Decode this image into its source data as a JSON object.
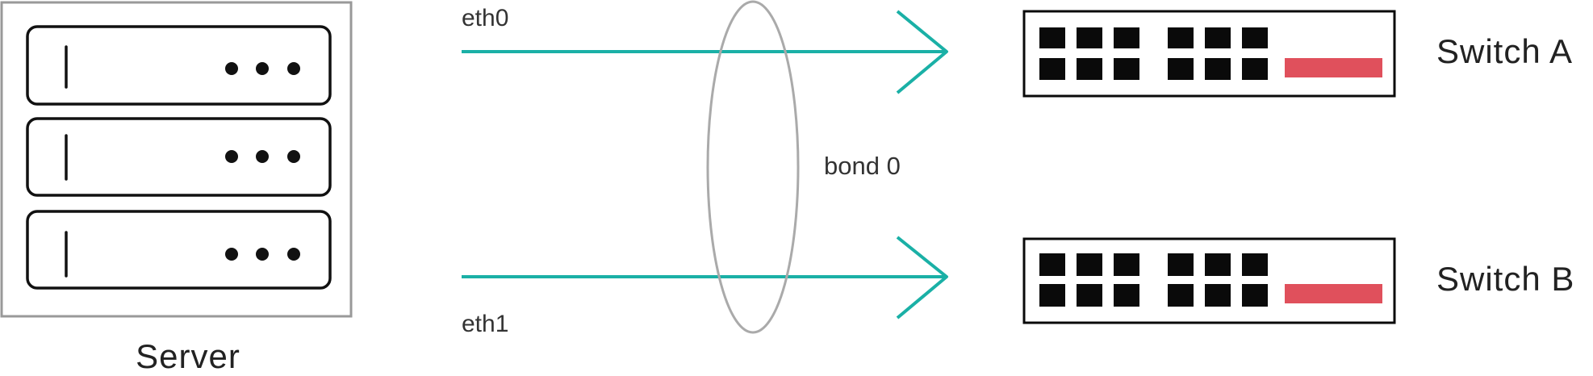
{
  "server": {
    "label": "Server",
    "unit_count": 3,
    "frame_color": "#999999",
    "unit_color": "#111111"
  },
  "links": {
    "color": "#1ab0a6",
    "eth0_label": "eth0",
    "eth1_label": "eth1"
  },
  "bond": {
    "label": "bond 0",
    "color": "#aaaaaa"
  },
  "switches": {
    "port_color": "#0a0a0a",
    "uplink_color": "#e0505c",
    "a_label": "Switch A",
    "b_label": "Switch B"
  }
}
